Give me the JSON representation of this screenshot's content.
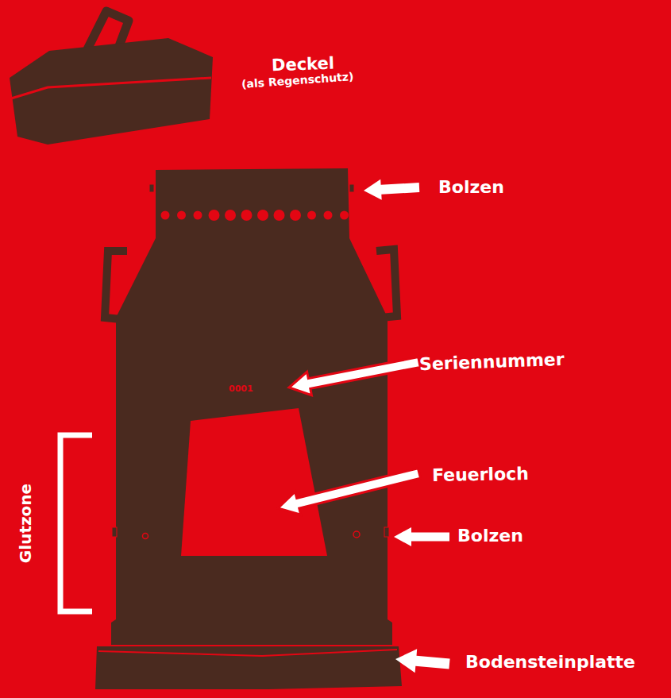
{
  "diagram": {
    "labels": [
      "Deckel",
      "(als Regenschutz)",
      "Bolzen",
      "0001",
      "Seriennummer",
      "Feuerloch",
      "Bolzen",
      "Glutzone",
      "Bodensteinplatte"
    ]
  }
}
